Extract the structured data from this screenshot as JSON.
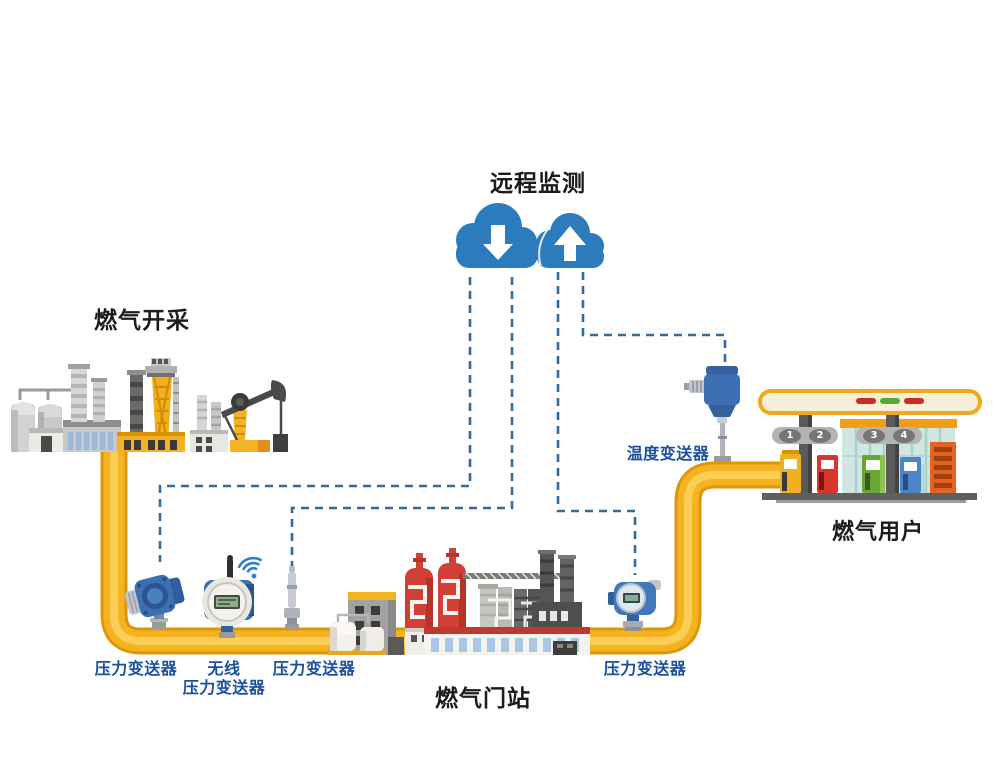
{
  "title": "远程监测",
  "sections": {
    "extraction": {
      "label": "燃气开采"
    },
    "gate_station": {
      "label": "燃气门站"
    },
    "users": {
      "label": "燃气用户"
    }
  },
  "sensors": {
    "pressure_1": {
      "label": "压力变送器"
    },
    "wireless_pressure": {
      "line1": "无线",
      "line2": "压力变送器"
    },
    "pressure_2": {
      "label": "压力变送器"
    },
    "pressure_3": {
      "label": "压力变送器"
    },
    "temperature": {
      "label": "温度变送器"
    }
  },
  "gas_station": {
    "pump_numbers": [
      "1",
      "2",
      "3",
      "4"
    ]
  },
  "icons": [
    "cloud-download-icon",
    "cloud-upload-icon",
    "wifi-signal-icon",
    "pressure-transmitter-icon",
    "wireless-pressure-transmitter-icon",
    "temperature-transmitter-icon"
  ],
  "colors": {
    "cloud_blue": "#2c7cbd",
    "link_blue": "#2e6ca6",
    "label_blue": "#1b4fa0",
    "pipe_yellow": "#f5b322",
    "pipe_highlight": "#fcd35e",
    "pipe_shadow": "#dd9708",
    "text_black": "#1c1c1c"
  }
}
